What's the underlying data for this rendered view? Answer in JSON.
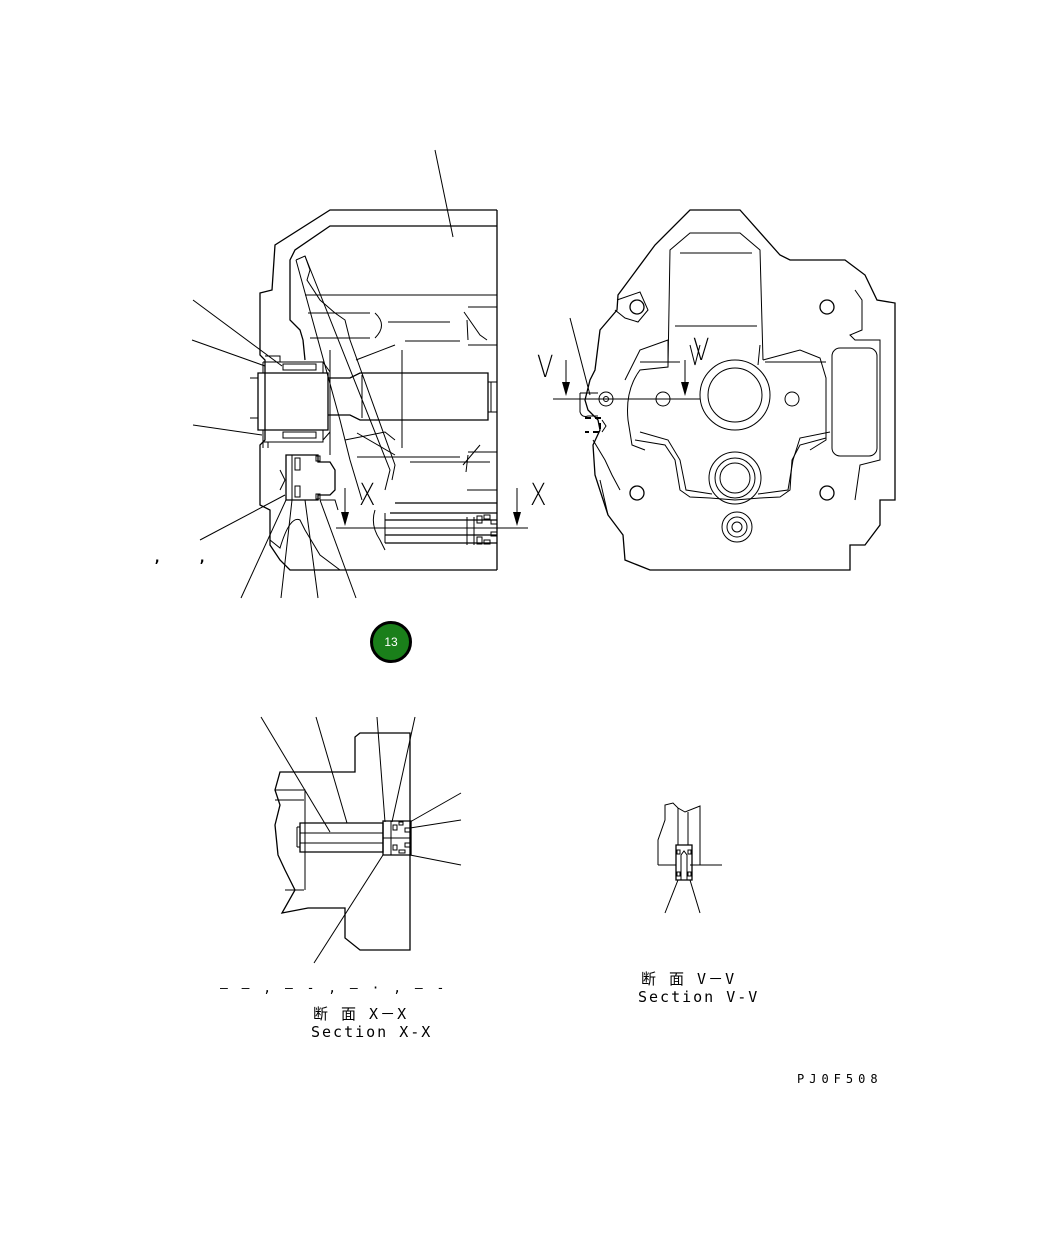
{
  "drawing": {
    "code": "PJ0F508",
    "callout_badge": {
      "number": "13",
      "color": "#1a7f1a"
    },
    "section_markers": {
      "X_left": "X",
      "X_right": "X",
      "V_left": "V",
      "V_right": "V"
    },
    "stray_marks": [
      ",",
      ","
    ],
    "section_xx": {
      "dash_pattern": "– – , – - , – · , – -",
      "japanese": "断 面 X－X",
      "english": "Section X-X"
    },
    "section_vv": {
      "japanese": "断 面 V－V",
      "english": "Section V-V"
    }
  }
}
